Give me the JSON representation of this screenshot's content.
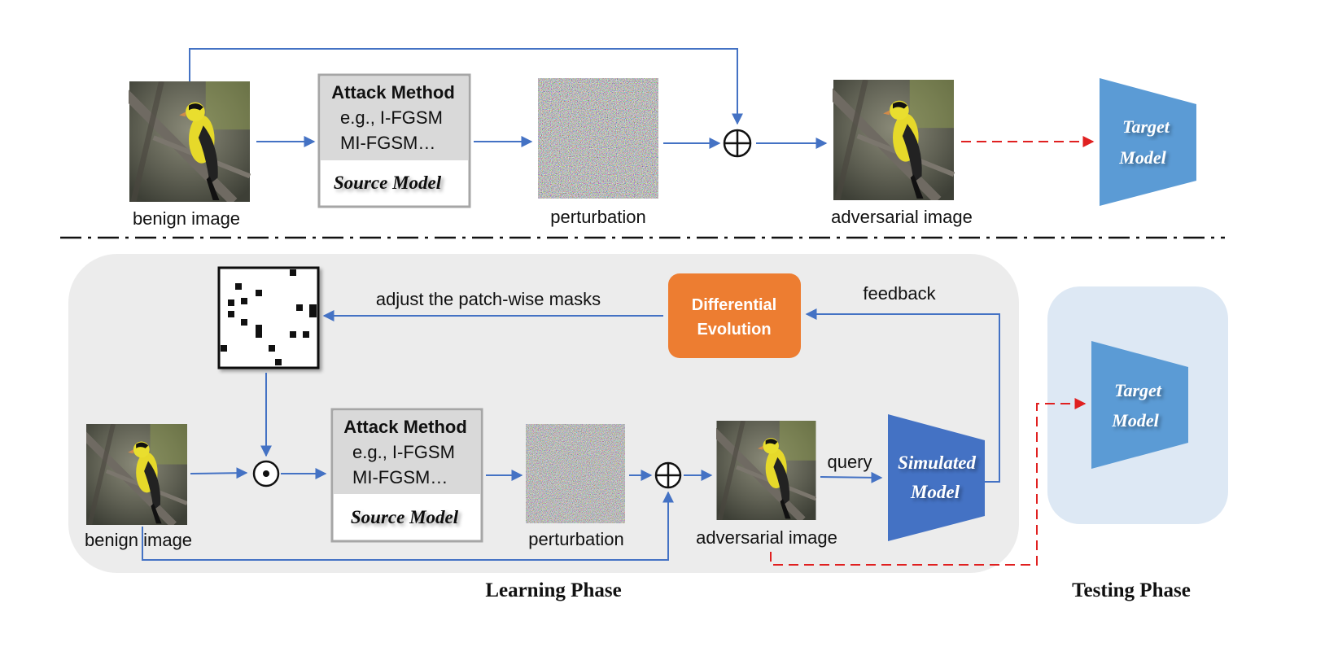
{
  "top": {
    "benign_label": "benign image",
    "attack": {
      "title": "Attack Method",
      "line1": "e.g., I-FGSM",
      "line2": "MI-FGSM…",
      "source_model": "Source Model"
    },
    "perturbation_label": "perturbation",
    "adversarial_label": "adversarial image",
    "target_model": [
      "Target",
      "Model"
    ]
  },
  "bottom": {
    "adjust_label": "adjust the patch-wise masks",
    "de": [
      "Differential",
      "Evolution"
    ],
    "feedback_label": "feedback",
    "benign_label": "benign image",
    "attack": {
      "title": "Attack Method",
      "line1": "e.g., I-FGSM",
      "line2": "MI-FGSM…",
      "source_model": "Source Model"
    },
    "perturbation_label": "perturbation",
    "adversarial_label": "adversarial image",
    "query_label": "query",
    "simulated_model": [
      "Simulated",
      "Model"
    ],
    "target_model": [
      "Target",
      "Model"
    ],
    "learning_phase": "Learning Phase",
    "testing_phase": "Testing Phase"
  },
  "colors": {
    "arrow": "#4472c4",
    "dashed_arrow": "#e02020",
    "target_model": "#5b9bd5",
    "simulated_model": "#4472c4",
    "de_box": "#ed7d31",
    "learning_bg": "#ececec",
    "testing_bg": "#dde8f4",
    "attack_box": "#d9d9d9",
    "attack_border": "#a6a6a6"
  },
  "icons": {
    "add": "circled-plus-icon",
    "multiply": "circled-dot-icon",
    "image": "goldfinch-photo",
    "noise": "noise-texture",
    "mask": "patch-mask-grid"
  }
}
